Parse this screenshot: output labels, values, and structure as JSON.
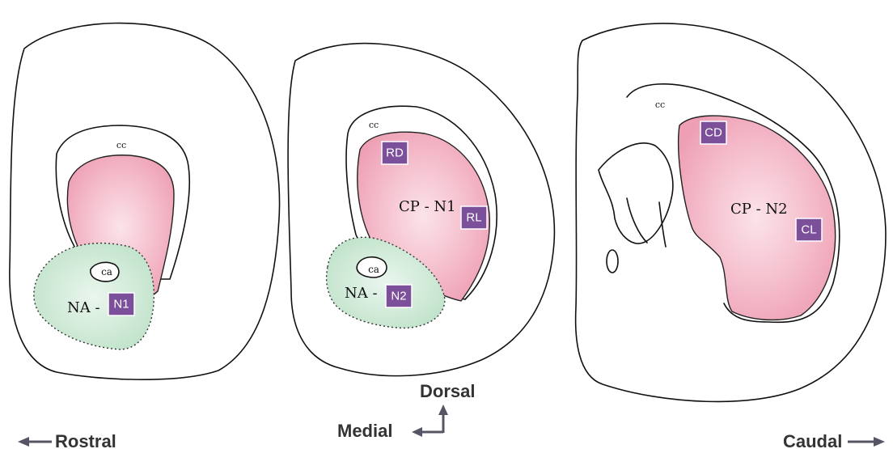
{
  "sections": [
    {
      "cc": "cc",
      "ca": "ca",
      "na_label": "NA -",
      "badges": [
        "N1"
      ]
    },
    {
      "cc": "cc",
      "ca": "ca",
      "na_label": "NA -",
      "cp_label": "CP - N1",
      "badges": [
        "RD",
        "RL",
        "N2"
      ]
    },
    {
      "cc": "cc",
      "cp_label": "CP - N2",
      "badges": [
        "CD",
        "CL"
      ]
    }
  ],
  "orientation": {
    "rostral": "Rostral",
    "caudal": "Caudal",
    "medial": "Medial",
    "dorsal": "Dorsal"
  },
  "colors": {
    "cp_fill": "#f4b6c6",
    "na_fill": "#cfe9d6",
    "badge": "#7b4f9a"
  }
}
